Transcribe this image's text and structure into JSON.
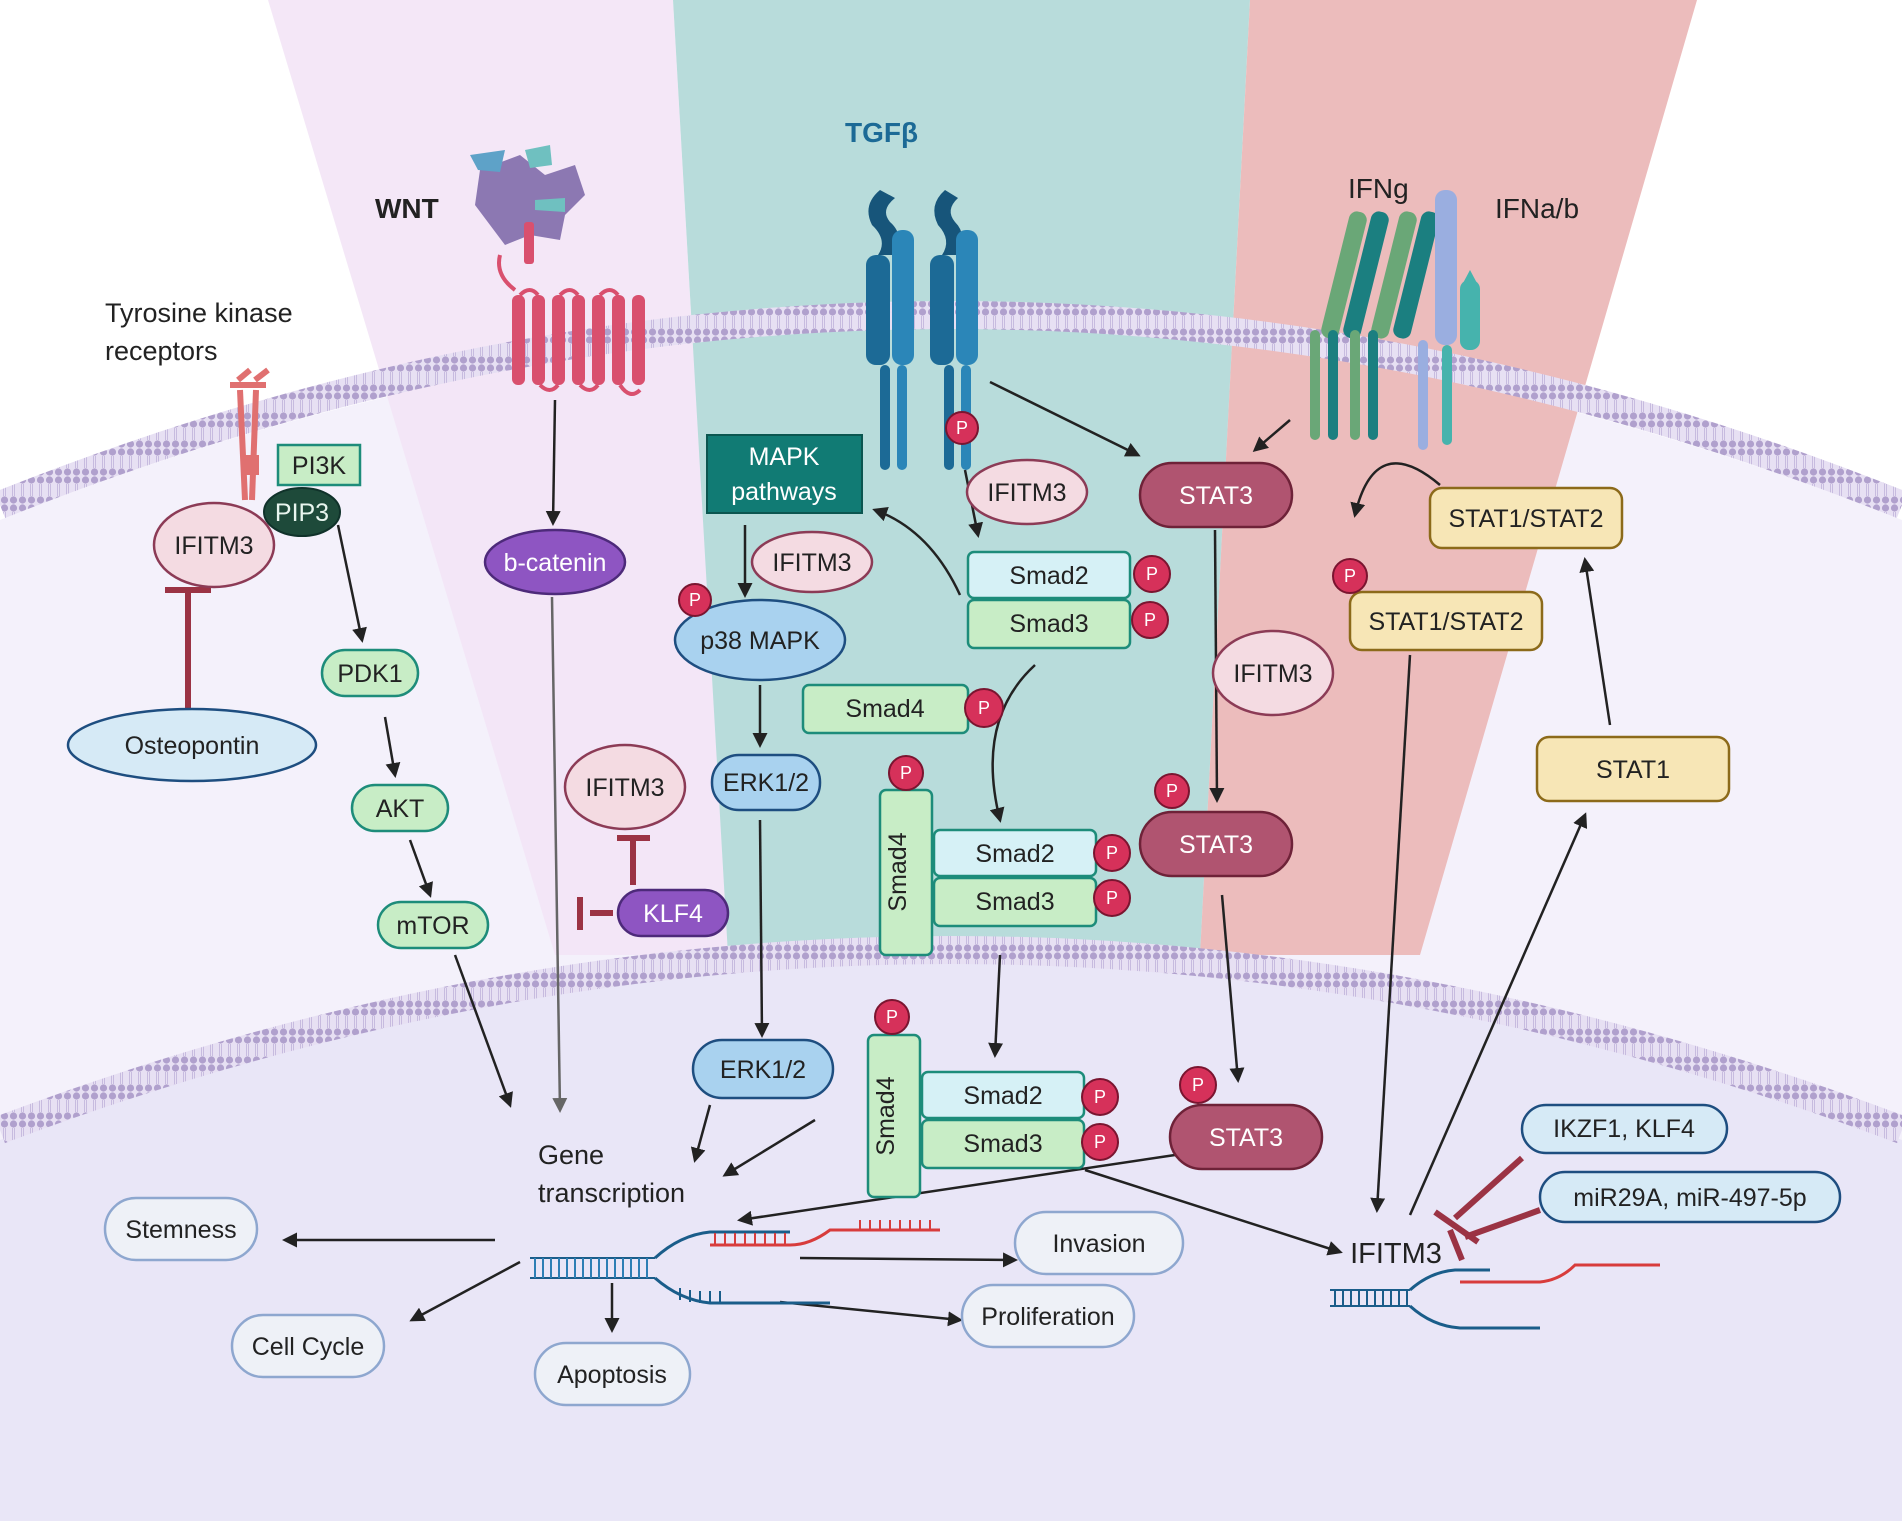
{
  "ligands": {
    "wnt": "WNT",
    "tgfb": "TGFβ",
    "ifng": "IFNg",
    "ifnab": "IFNa/b",
    "tk_line1": "Tyrosine kinase",
    "tk_line2": "receptors"
  },
  "nodes": {
    "pi3k": "PI3K",
    "pip3": "PIP3",
    "ifitm3_tk": "IFITM3",
    "osteopontin": "Osteopontin",
    "pdk1": "PDK1",
    "akt": "AKT",
    "mtor": "mTOR",
    "bcatenin": "b-catenin",
    "ifitm3_klf4": "IFITM3",
    "klf4": "KLF4",
    "mapk_line1": "MAPK",
    "mapk_line2": "pathways",
    "ifitm3_mapk": "IFITM3",
    "p38": "p38 MAPK",
    "erk_cyto": "ERK1/2",
    "erk_nuc": "ERK1/2",
    "ifitm3_smad": "IFITM3",
    "smad2_a": "Smad2",
    "smad3_a": "Smad3",
    "smad4_a": "Smad4",
    "smad4_b": "Smad4",
    "smad2_b": "Smad2",
    "smad3_b": "Smad3",
    "smad4_c": "Smad4",
    "smad2_c": "Smad2",
    "smad3_c": "Smad3",
    "stat3_a": "STAT3",
    "ifitm3_stat3": "IFITM3",
    "stat3_b": "STAT3",
    "stat3_c": "STAT3",
    "stat12_a": "STAT1/STAT2",
    "stat12_b": "STAT1/STAT2",
    "stat1": "STAT1",
    "ikzf1": "IKZF1, KLF4",
    "mir": "miR29A, miR-497-5p",
    "ifitm3_gene": "IFITM3",
    "gene_line1": "Gene",
    "gene_line2": "transcription",
    "stemness": "Stemness",
    "cellcycle": "Cell Cycle",
    "apoptosis": "Apoptosis",
    "invasion": "Invasion",
    "proliferation": "Proliferation",
    "p": "P"
  }
}
